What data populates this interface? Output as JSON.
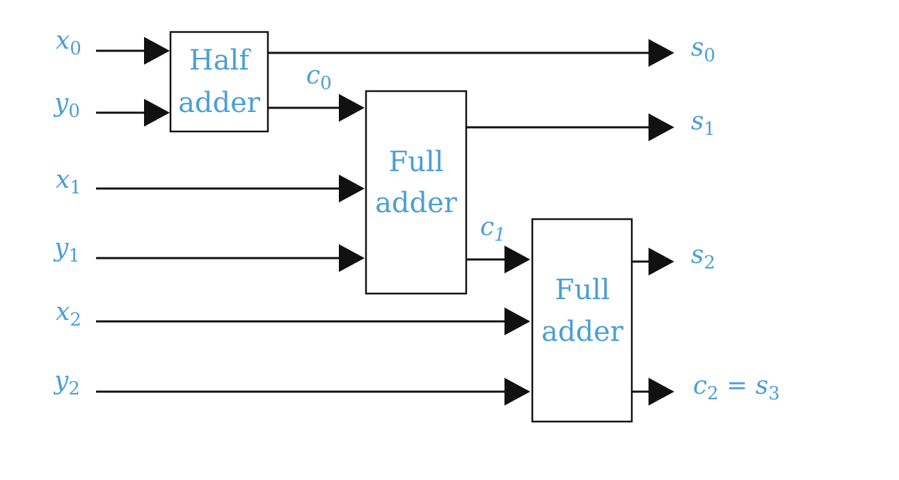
{
  "colors": {
    "label": "#4a9fd4",
    "line": "#111111"
  },
  "blocks": {
    "half_adder": {
      "line1": "Half",
      "line2": "adder"
    },
    "full_adder_1": {
      "line1": "Full",
      "line2": "adder"
    },
    "full_adder_2": {
      "line1": "Full",
      "line2": "adder"
    }
  },
  "inputs": {
    "x0": {
      "base": "x",
      "sub": "0"
    },
    "y0": {
      "base": "y",
      "sub": "0"
    },
    "x1": {
      "base": "x",
      "sub": "1"
    },
    "y1": {
      "base": "y",
      "sub": "1"
    },
    "x2": {
      "base": "x",
      "sub": "2"
    },
    "y2": {
      "base": "y",
      "sub": "2"
    }
  },
  "carries": {
    "c0": {
      "base": "c",
      "sub": "0"
    },
    "c1": {
      "base": "c",
      "sub": "1"
    }
  },
  "outputs": {
    "s0": {
      "base": "s",
      "sub": "0"
    },
    "s1": {
      "base": "s",
      "sub": "1"
    },
    "s2": {
      "base": "s",
      "sub": "2"
    },
    "s3": {
      "base_left": "c",
      "sub_left": "2",
      "equals": " = ",
      "base_right": "s",
      "sub_right": "3"
    }
  }
}
